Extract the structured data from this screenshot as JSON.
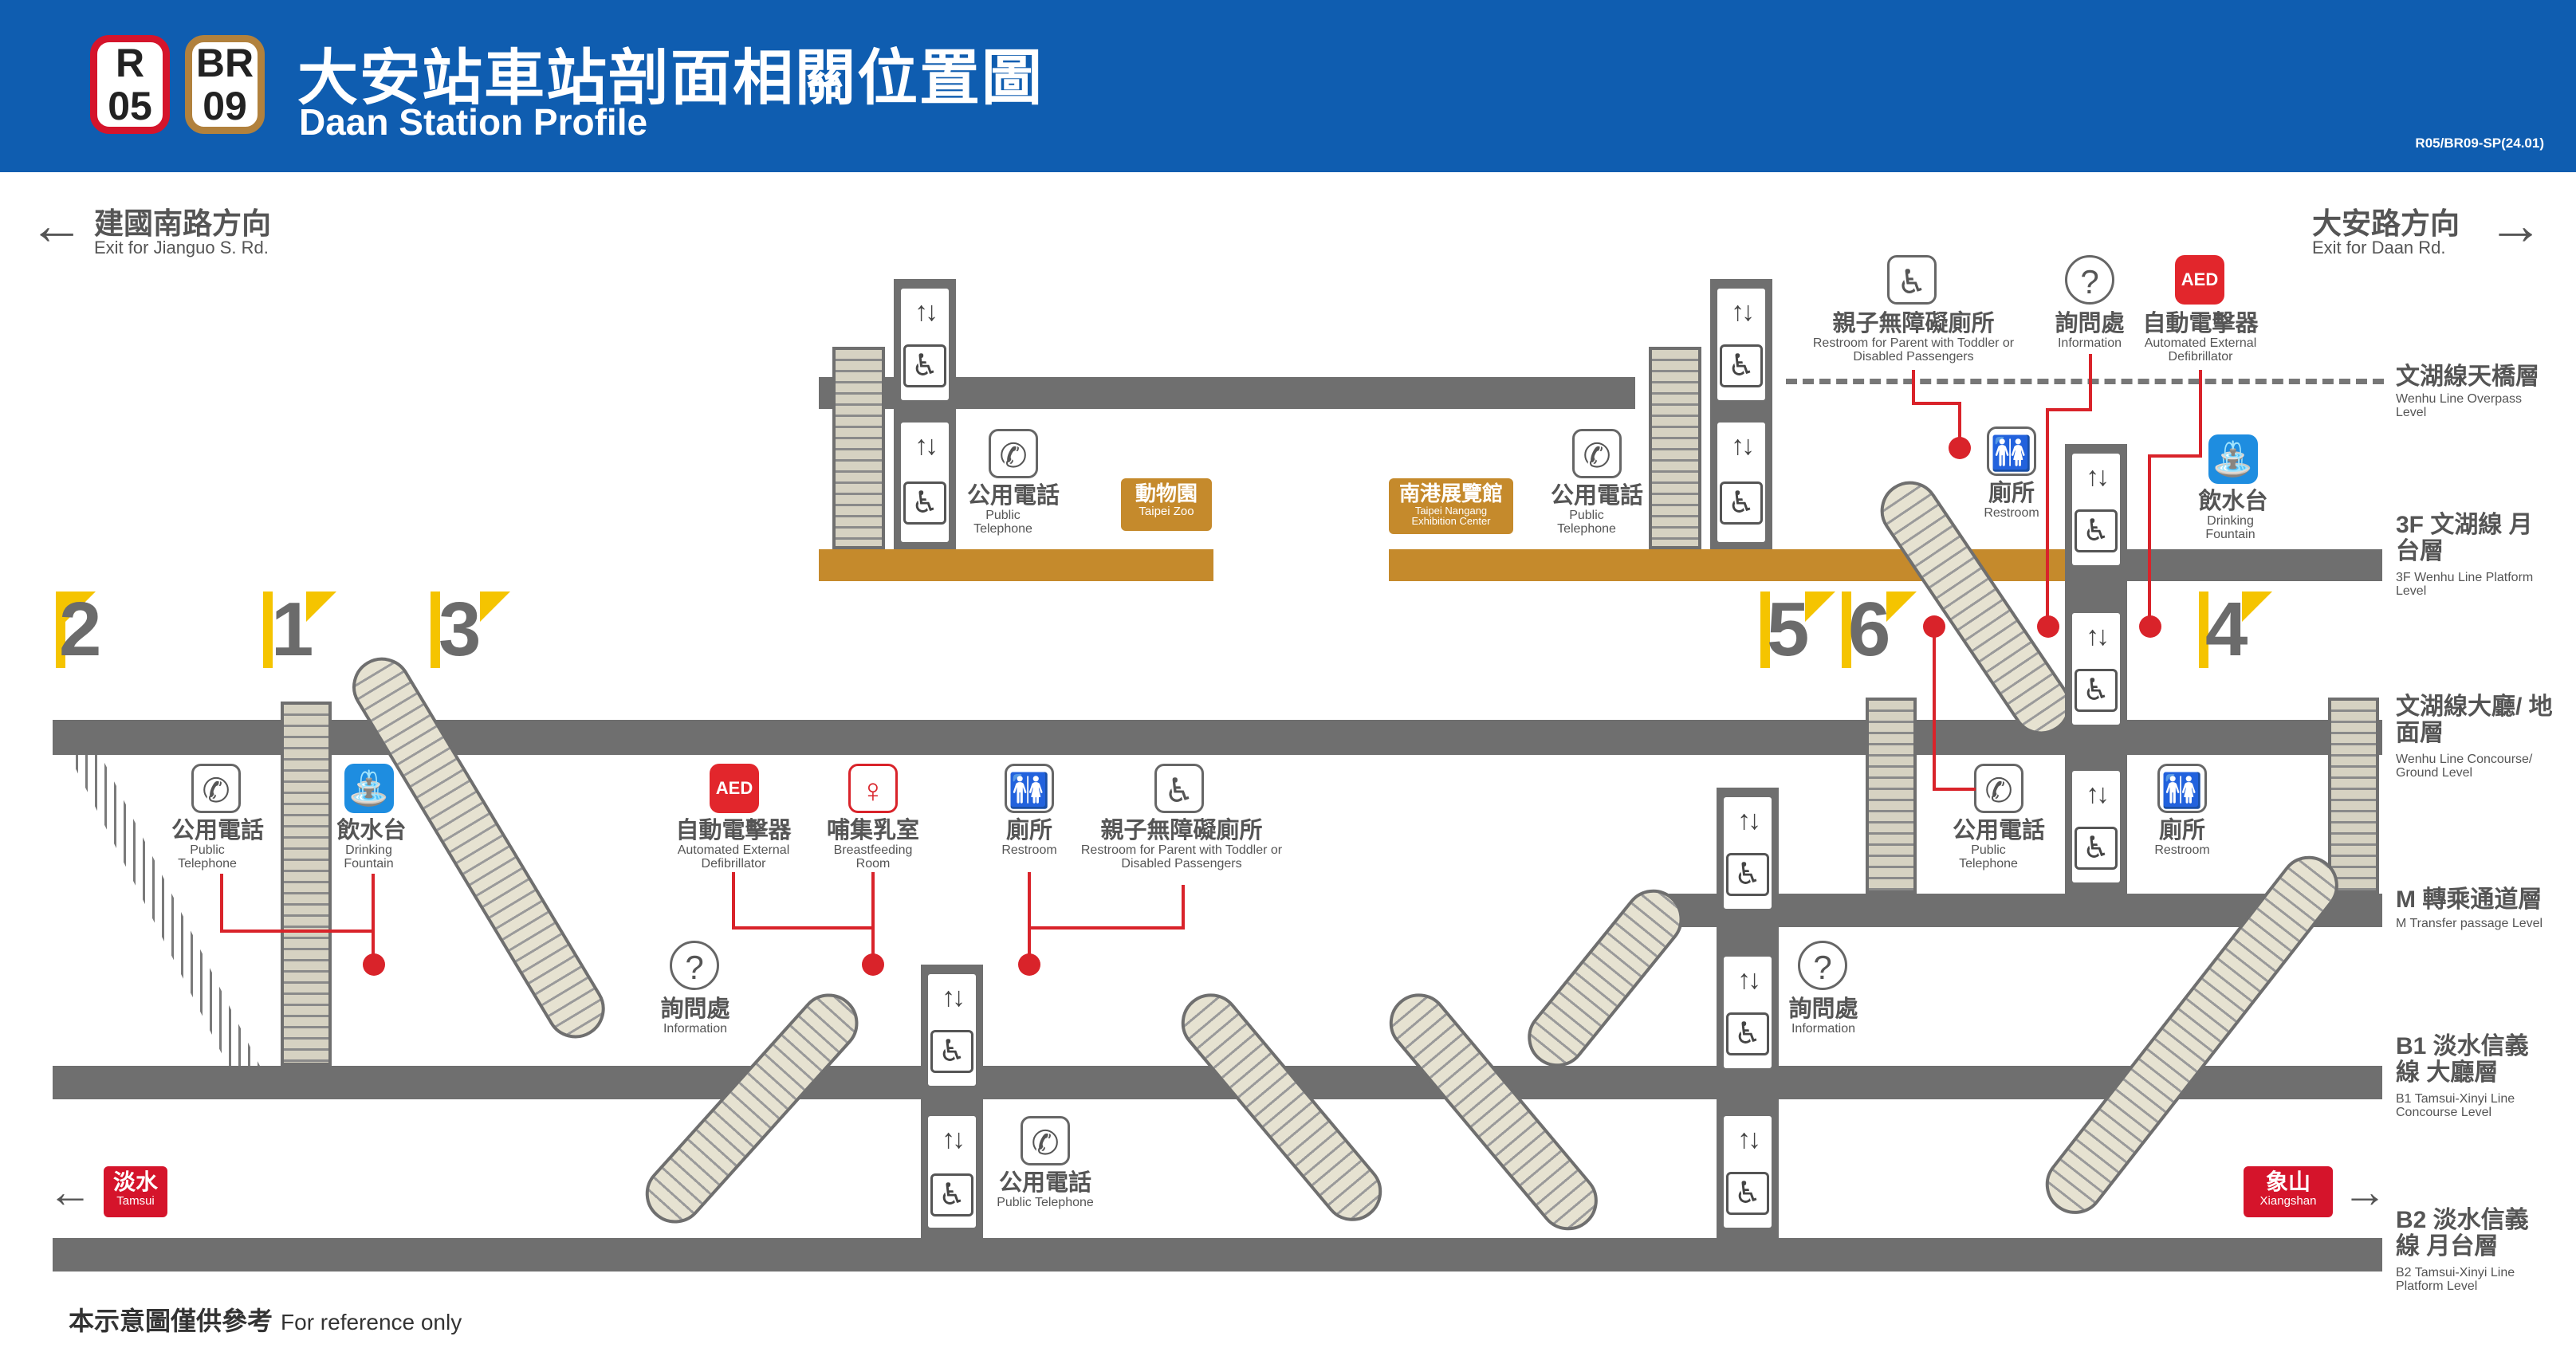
{
  "header": {
    "badges": [
      {
        "line": "R",
        "num": "05"
      },
      {
        "line": "BR",
        "num": "09"
      }
    ],
    "title_zh": "大安站車站剖面相關位置圖",
    "title_en": "Daan Station Profile",
    "code": "R05/BR09-SP(24.01)"
  },
  "directions": {
    "left": {
      "zh": "建國南路方向",
      "en": "Exit for Jianguo S. Rd."
    },
    "right": {
      "zh": "大安路方向",
      "en": "Exit for Daan Rd."
    }
  },
  "levels": [
    {
      "zh": "文湖線天橋層",
      "en": "Wenhu Line Overpass Level"
    },
    {
      "zh": "3F 文湖線 月台層",
      "en": "3F Wenhu Line Platform Level"
    },
    {
      "zh": "文湖線大廳/ 地面層",
      "en": "Wenhu Line Concourse/ Ground Level"
    },
    {
      "zh": "M 轉乘通道層",
      "en": "M Transfer passage Level"
    },
    {
      "zh": "B1 淡水信義線 大廳層",
      "en": "B1 Tamsui-Xinyi Line Concourse Level"
    },
    {
      "zh": "B2 淡水信義線 月台層",
      "en": "B2 Tamsui-Xinyi Line Platform Level"
    }
  ],
  "exits": [
    "2",
    "1",
    "3",
    "5",
    "6",
    "4"
  ],
  "destinations": [
    {
      "zh": "動物園",
      "en": "Taipei Zoo"
    },
    {
      "zh": "南港展覽館",
      "en": "Taipei Nangang Exhibition Center"
    }
  ],
  "termini": [
    {
      "zh": "淡水",
      "en": "Tamsui"
    },
    {
      "zh": "象山",
      "en": "Xiangshan"
    }
  ],
  "facilities": {
    "phone_a": {
      "zh": "公用電話",
      "en": "Public Telephone",
      "icon": "telephone-icon"
    },
    "phone_b": {
      "zh": "公用電話",
      "en": "Public Telephone",
      "icon": "telephone-icon"
    },
    "phone_c": {
      "zh": "公用電話",
      "en": "Public Telephone",
      "icon": "telephone-icon"
    },
    "phone_d": {
      "zh": "公用電話",
      "en": "Public Telephone",
      "icon": "telephone-icon"
    },
    "phone_e": {
      "zh": "公用電話",
      "en": "Public Telephone",
      "icon": "telephone-icon"
    },
    "fountain_a": {
      "zh": "飲水台",
      "en": "Drinking Fountain",
      "icon": "drinking-fountain-icon"
    },
    "fountain_b": {
      "zh": "飲水台",
      "en": "Drinking Fountain",
      "icon": "drinking-fountain-icon"
    },
    "aed_a": {
      "zh": "自動電擊器",
      "en": "Automated External Defibrillator",
      "icon": "aed-icon"
    },
    "aed_b": {
      "zh": "自動電擊器",
      "en": "Automated External Defibrillator",
      "icon": "aed-icon"
    },
    "breastfeeding": {
      "zh": "哺集乳室",
      "en": "Breastfeeding Room",
      "icon": "breastfeeding-icon"
    },
    "restroom_a": {
      "zh": "廁所",
      "en": "Restroom",
      "icon": "restroom-icon"
    },
    "restroom_b": {
      "zh": "廁所",
      "en": "Restroom",
      "icon": "restroom-icon"
    },
    "restroom_c": {
      "zh": "廁所",
      "en": "Restroom",
      "icon": "restroom-icon"
    },
    "family_a": {
      "zh": "親子無障礙廁所",
      "en": "Restroom for Parent with Toddler or Disabled Passengers",
      "icon": "accessible-restroom-icon"
    },
    "family_b": {
      "zh": "親子無障礙廁所",
      "en": "Restroom for Parent with Toddler or Disabled Passengers",
      "icon": "accessible-restroom-icon"
    },
    "info_a": {
      "zh": "詢問處",
      "en": "Information",
      "icon": "information-icon"
    },
    "info_b": {
      "zh": "詢問處",
      "en": "Information",
      "icon": "information-icon"
    },
    "info_c": {
      "zh": "詢問處",
      "en": "Information",
      "icon": "information-icon"
    }
  },
  "elevator": {
    "arrows": "↑↓",
    "wheelchair": "♿"
  },
  "icons": {
    "phone": "✆",
    "fountain": "⛲",
    "aed": "AED",
    "breast": "♀",
    "restroom": "🚻",
    "family": "♿",
    "info": "?",
    "left_arrow": "←",
    "right_arrow": "→"
  },
  "colors": {
    "header": "#0f5db0",
    "red_line": "#d5142b",
    "brown_line": "#b1813d",
    "exit_flag": "#f5c400",
    "wenhu_platform": "#c58a2c"
  },
  "note": {
    "zh": "本示意圖僅供參考",
    "en": "For reference only"
  }
}
